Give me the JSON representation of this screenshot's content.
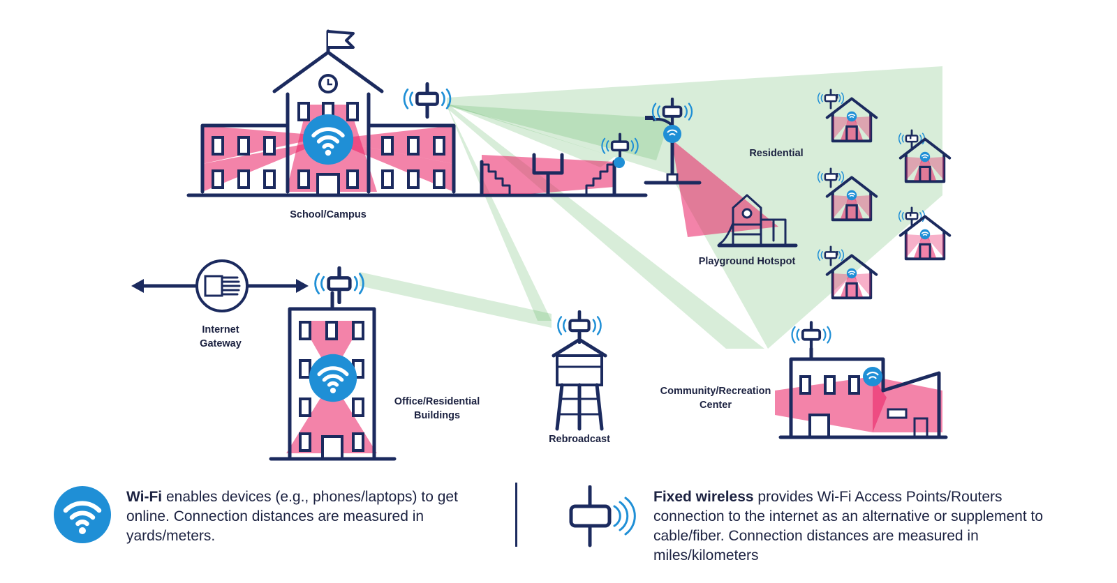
{
  "labels": {
    "school": "School/Campus",
    "residential": "Residential",
    "playground": "Playground Hotspot",
    "internet_gateway_line1": "Internet",
    "internet_gateway_line2": "Gateway",
    "office_line1": "Office/Residential",
    "office_line2": "Buildings",
    "rebroadcast": "Rebroadcast",
    "community_line1": "Community/Recreation",
    "community_line2": "Center"
  },
  "legend": {
    "wifi": {
      "icon": "wifi-icon",
      "term": "Wi-Fi",
      "text": " enables devices (e.g., phones/laptops) to get online. Connection distances are measured in yards/meters."
    },
    "fixed_wireless": {
      "icon": "fixed-wireless-antenna-icon",
      "term": "Fixed wireless",
      "text": " provides Wi-Fi Access Points/Routers connection to the internet as an alternative or supplement to cable/fiber. Connection distances are measured in miles/kilometers"
    }
  },
  "colors": {
    "navy": "#1b2a5e",
    "wifi_blue": "#1f8fd6",
    "coverage_pink": "#e91e63",
    "fixed_wireless_green": "#4caf50"
  }
}
